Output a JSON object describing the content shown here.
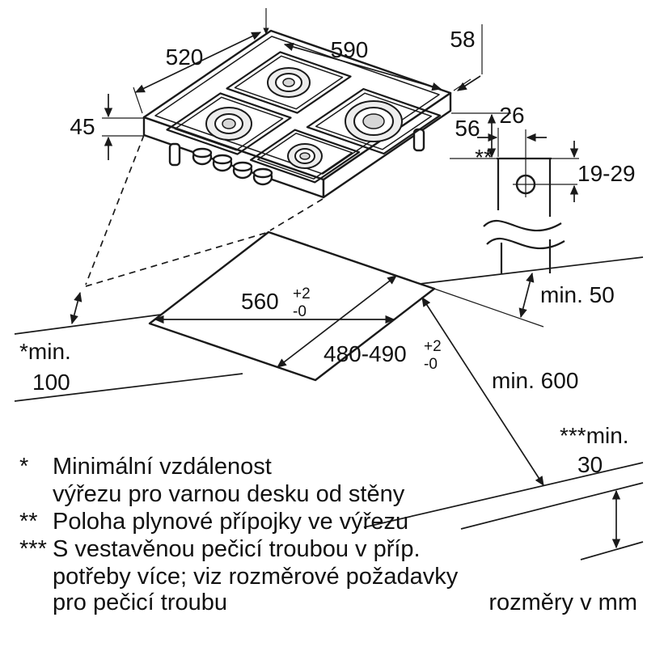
{
  "dims": {
    "d520": "520",
    "d590": "590",
    "d58": "58",
    "d45": "45",
    "d56": "56",
    "d26": "26",
    "gas_marker": "**",
    "d19_29": "19-29",
    "min50": "min. 50",
    "d560": "560",
    "d560_tol_plus": "+2",
    "d560_tol_minus": "-0",
    "d480": "480-490",
    "d480_tol_plus": "+2",
    "d480_tol_minus": "-0",
    "min_wall_label": "*min.",
    "min_wall_value": "100",
    "min600": "min. 600",
    "min30_label": "***min.",
    "min30_value": "30"
  },
  "legend": {
    "rows": [
      {
        "marker": "*",
        "text": "Minimální vzdálenost"
      },
      {
        "marker": "",
        "text": "výřezu pro varnou desku od stěny"
      },
      {
        "marker": "**",
        "text": "Poloha plynové přípojky ve výřezu"
      },
      {
        "marker": "***",
        "text": "S vestavěnou pečicí troubou v příp."
      },
      {
        "marker": "",
        "text": "potřeby více; viz rozměrové požadavky"
      },
      {
        "marker": "",
        "text": "pro pečicí troubu"
      }
    ],
    "units_note": "rozměry v mm"
  }
}
